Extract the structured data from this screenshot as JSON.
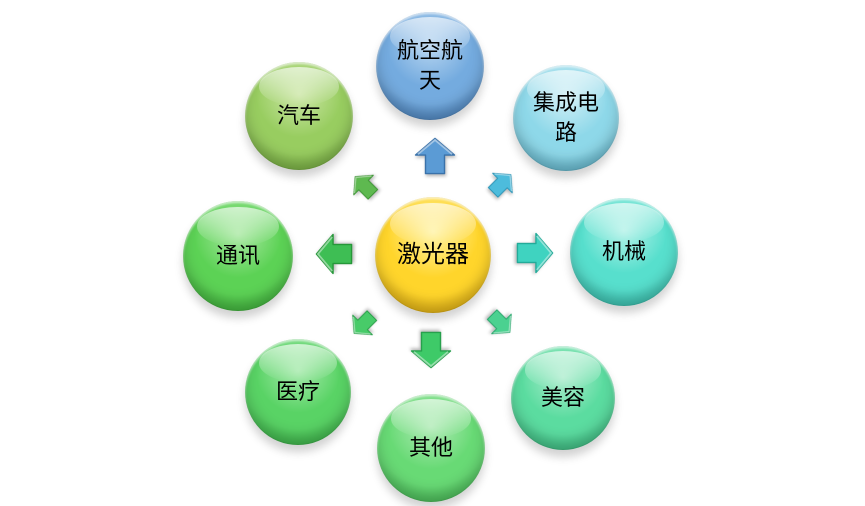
{
  "diagram": {
    "background_color": "#ffffff",
    "text_color": "#000000",
    "center": {
      "label": "激光器",
      "colors": {
        "face": "#ffd52b",
        "hl": "#fff3a6",
        "rim": "#e9ae07"
      }
    },
    "nodes": [
      {
        "position": "top",
        "label": "航空航天",
        "colors": {
          "face": "#74abdf",
          "hl": "#b8d6f1",
          "rim": "#3f7dc2"
        },
        "arrow": {
          "direction": "up",
          "color": "#5b9bd5",
          "edge": "#3a72aa"
        }
      },
      {
        "position": "top-right",
        "label": "集成电路",
        "colors": {
          "face": "#8ed8e9",
          "hl": "#d0eff6",
          "rim": "#54b7d3"
        },
        "arrow": {
          "direction": "up-right",
          "color": "#4dbcdc",
          "edge": "#2e96b8"
        }
      },
      {
        "position": "right",
        "label": "机械",
        "colors": {
          "face": "#57dfcd",
          "hl": "#b5f2e9",
          "rim": "#2fc1ae"
        },
        "arrow": {
          "direction": "right",
          "color": "#3fd3c0",
          "edge": "#23ab99"
        }
      },
      {
        "position": "bottom-right",
        "label": "美容",
        "colors": {
          "face": "#5bdca0",
          "hl": "#afedcf",
          "rim": "#33bd7e"
        },
        "arrow": {
          "direction": "down-right",
          "color": "#4bd190",
          "edge": "#2ca96f"
        }
      },
      {
        "position": "bottom",
        "label": "其他",
        "colors": {
          "face": "#68da75",
          "hl": "#b1ebb7",
          "rim": "#3fbc50"
        },
        "arrow": {
          "direction": "down",
          "color": "#3eca68",
          "edge": "#27a04c"
        }
      },
      {
        "position": "bottom-left",
        "label": "医疗",
        "colors": {
          "face": "#59d365",
          "hl": "#a6eaac",
          "rim": "#34b543"
        },
        "arrow": {
          "direction": "down-left",
          "color": "#48cb69",
          "edge": "#2ba14b"
        }
      },
      {
        "position": "left",
        "label": "通讯",
        "colors": {
          "face": "#5cd255",
          "hl": "#abe9a4",
          "rim": "#37b335"
        },
        "arrow": {
          "direction": "left",
          "color": "#3ebe54",
          "edge": "#269739"
        }
      },
      {
        "position": "top-left",
        "label": "汽车",
        "colors": {
          "face": "#98cd60",
          "hl": "#cde7a8",
          "rim": "#72b038"
        },
        "arrow": {
          "direction": "up-left",
          "color": "#5eb950",
          "edge": "#3f9536"
        }
      }
    ]
  }
}
